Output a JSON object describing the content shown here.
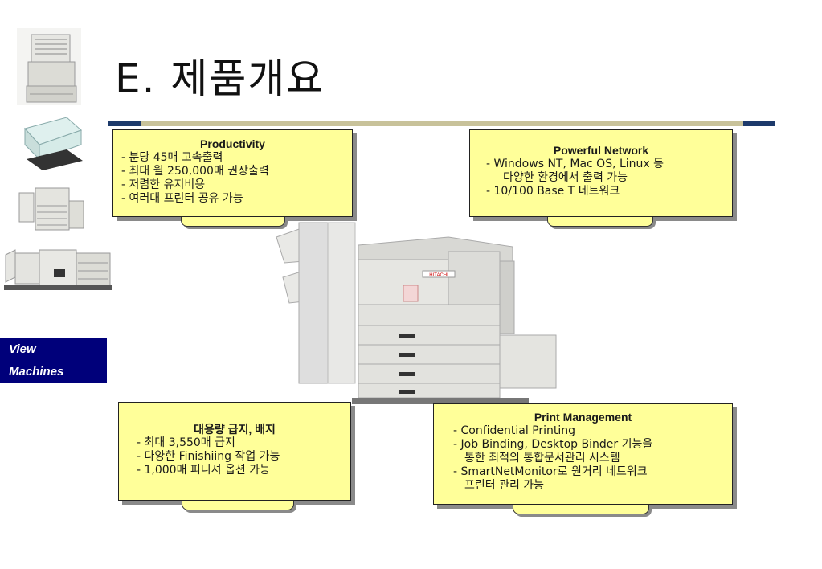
{
  "title": "E. 제품개요",
  "colors": {
    "box_fill": "#ffff99",
    "nav_button": "#00007a",
    "rule": "#c8c29a",
    "rule_caps": "#1d3a6b"
  },
  "sidebar": {
    "thumbnails": [
      "printer-tower-thumbnail",
      "desktop-printer-thumbnail",
      "copier-finisher-thumbnail",
      "production-printer-thumbnail"
    ],
    "view_button": {
      "line1": "View",
      "line2": "Machines"
    }
  },
  "boxes": {
    "productivity": {
      "heading": "Productivity",
      "items": [
        "- 분당 45매 고속출력",
        "- 최대 월 250,000매 권장출력",
        "- 저렴한 유지비용",
        "- 여러대 프린터 공유 가능"
      ]
    },
    "network": {
      "heading": "Powerful Network",
      "items": [
        "- Windows NT, Mac OS, Linux 등",
        "다양한 환경에서 출력 가능",
        "- 10/100 Base T 네트워크"
      ]
    },
    "volume": {
      "heading": "대용량 급지, 배지",
      "items": [
        "- 최대 3,550매 급지",
        "- 다양한 Finishiing 작업 가능",
        "- 1,000매 피니셔 옵션 가능"
      ]
    },
    "print_management": {
      "heading": "Print Management",
      "items": [
        "- Confidential Printing",
        "- Job Binding, Desktop Binder 기능을",
        "통한 최적의 통합문서관리 시스템",
        "- SmartNetMonitor로 원거리 네트워크",
        "프린터 관리 가능"
      ]
    }
  },
  "machine": {
    "brand_label": "HITACHI"
  }
}
